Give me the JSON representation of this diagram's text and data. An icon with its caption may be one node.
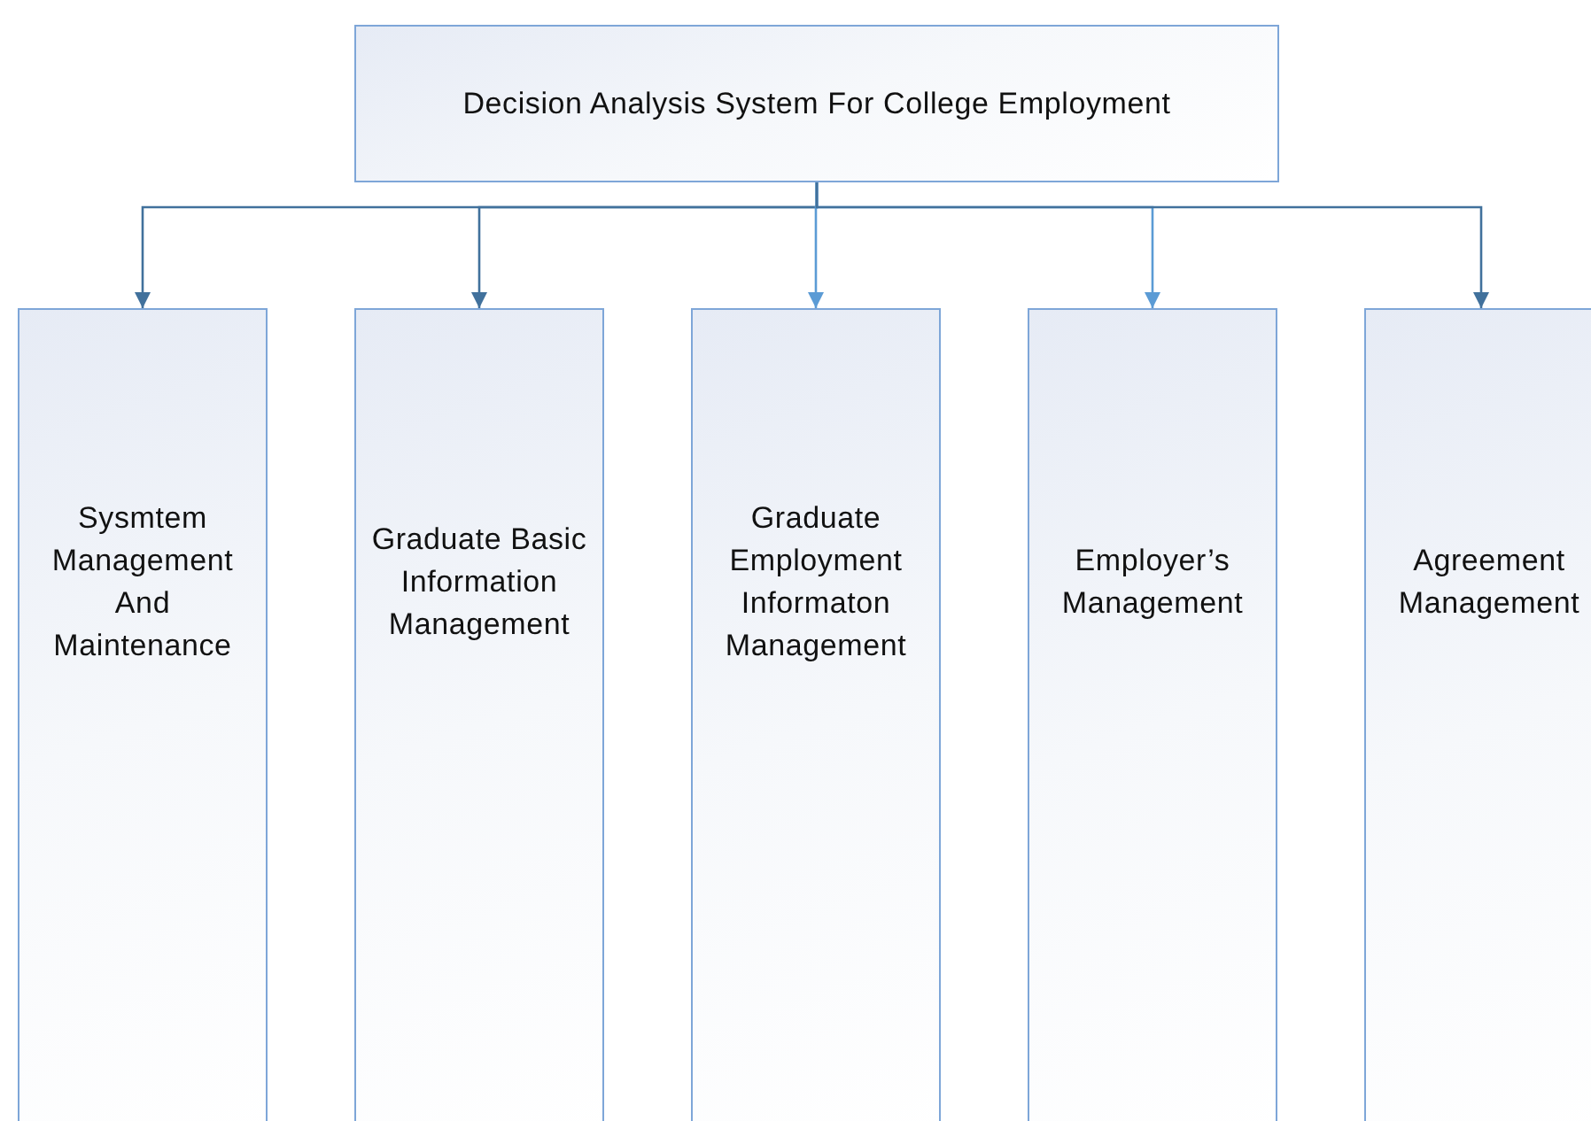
{
  "diagram": {
    "nodes": [
      {
        "text": [
          "Decision Analysis System For College Employment"
        ]
      },
      {
        "text": [
          "Sysmtem Management And Maintenance"
        ]
      },
      {
        "text": [
          "Graduate Basic Information Management"
        ]
      },
      {
        "text": [
          "Graduate Employment Informaton Management"
        ]
      },
      {
        "text": [
          "Employer’s Management"
        ]
      },
      {
        "text": [
          "Agreement Management"
        ]
      }
    ],
    "edges": [
      {
        "from": 0,
        "to": 1,
        "arrow": "to"
      },
      {
        "from": 0,
        "to": 2,
        "arrow": "to"
      },
      {
        "from": 0,
        "to": 3,
        "arrow": "to",
        "color": "#5b9bd5"
      },
      {
        "from": 0,
        "to": 4,
        "arrow": "to",
        "color": "#5b9bd5"
      },
      {
        "from": 0,
        "to": 5,
        "arrow": "to"
      }
    ]
  }
}
